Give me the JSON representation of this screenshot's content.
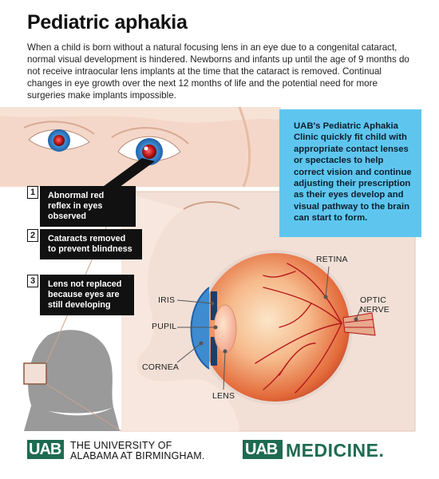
{
  "header": {
    "title": "Pediatric aphakia",
    "intro": "When a child is born without a natural focusing lens in an eye due to a congenital cataract, normal visual development is hindered. Newborns and infants up until the age of 9 months do not receive intraocular lens implants at the time that the cataract is removed. Continual changes in eye growth over the next 12 months of life and the potential need for more surgeries make implants impossible."
  },
  "callout": {
    "text": "UAB's Pediatric Aphakia Clinic quickly fit child with appropriate contact lenses or spectacles to help correct vision and continue adjusting their prescription as their eyes develop and visual pathway to the brain can start to form."
  },
  "steps": [
    {
      "number": "1",
      "text": "Abnormal red reflex in eyes observed"
    },
    {
      "number": "2",
      "text": "Cataracts removed to prevent blindness"
    },
    {
      "number": "3",
      "text": "Lens not replaced because eyes are still developing"
    }
  ],
  "eye_labels": {
    "retina": "RETINA",
    "optic_nerve_1": "OPTIC",
    "optic_nerve_2": "NERVE",
    "iris": "IRIS",
    "pupil": "PUPIL",
    "cornea": "CORNEA",
    "lens": "LENS"
  },
  "footer": {
    "uab_mark": "UAB",
    "university_line1": "THE UNIVERSITY OF",
    "university_line2": "ALABAMA AT BIRMINGHAM.",
    "medicine_mark": "UAB",
    "medicine_word": "MEDICINE."
  },
  "colors": {
    "uab_green": "#1e6b52",
    "callout_blue": "#5ec6ee",
    "skin": "#f1cfbf",
    "panel_bg": "#f2e0d6",
    "iris_blue": "#3e8bd0"
  },
  "icons": {
    "face": "baby-face-illustration",
    "eye": "eye-cross-section",
    "head": "head-silhouette-icon"
  }
}
